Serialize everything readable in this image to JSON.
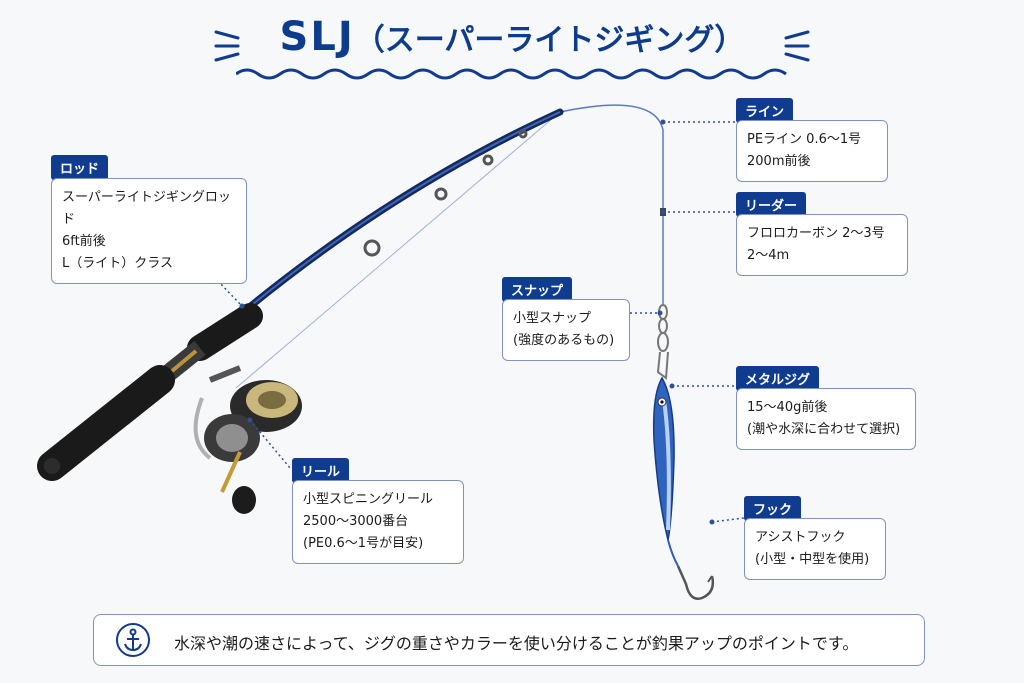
{
  "title": {
    "main": "SLJ",
    "sub": "（スーパーライトジギング）"
  },
  "colors": {
    "accent": "#0f3c8e",
    "line": "#5b78c9",
    "rod": "#142a5c"
  },
  "labels": {
    "rod": {
      "tag": "ロッド",
      "lines": [
        "スーパーライトジギングロッド",
        "6ft前後",
        "L（ライト）クラス"
      ]
    },
    "reel": {
      "tag": "リール",
      "lines": [
        "小型スピニングリール",
        "2500～3000番台",
        "(PE0.6～1号が目安)"
      ]
    },
    "line": {
      "tag": "ライン",
      "lines": [
        "PEライン 0.6～1号",
        "200m前後"
      ]
    },
    "leader": {
      "tag": "リーダー",
      "lines": [
        "フロロカーボン 2～3号",
        "2～4m"
      ]
    },
    "snap": {
      "tag": "スナップ",
      "lines": [
        "小型スナップ",
        "(強度のあるもの)"
      ]
    },
    "jig": {
      "tag": "メタルジグ",
      "lines": [
        "15～40g前後",
        "(潮や水深に合わせて選択)"
      ]
    },
    "hook": {
      "tag": "フック",
      "lines": [
        "アシストフック",
        "(小型・中型を使用)"
      ]
    }
  },
  "tip": {
    "icon": "anchor-icon",
    "text": "水深や潮の速さによって、ジグの重さやカラーを使い分けることが釣果アップのポイントです。"
  }
}
